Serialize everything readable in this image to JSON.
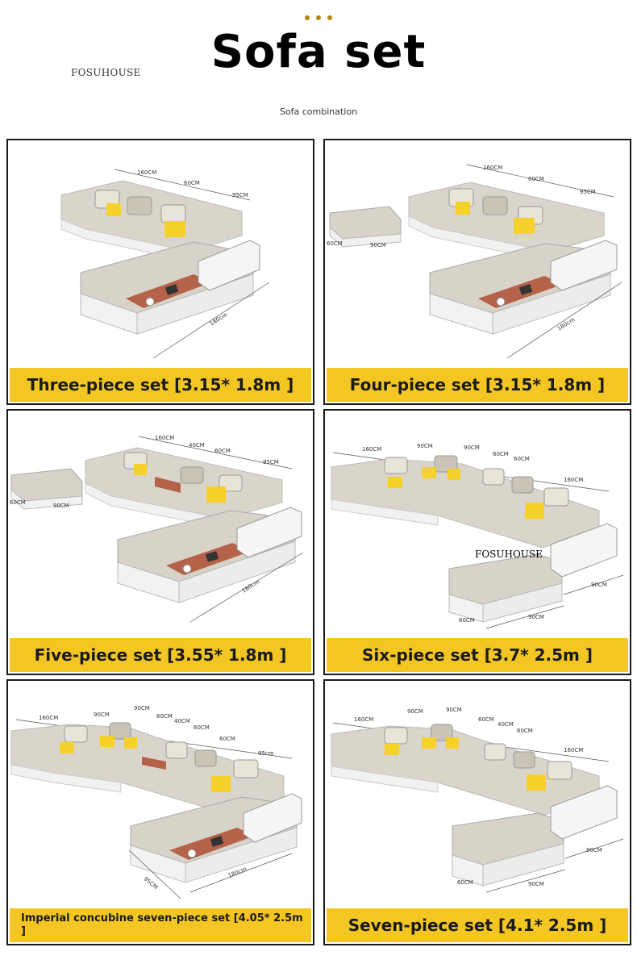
{
  "header": {
    "brand": "FOSUHOUSE",
    "title": "Sofa set",
    "subtitle": "Sofa combination"
  },
  "colors": {
    "caption_bg": "#f3c623",
    "sofa_fabric": "#d7d3c9",
    "sofa_base": "#f2f2f2",
    "table_wood": "#b5624a",
    "pillow_yellow": "#f4d12b",
    "border": "#1a1a1a"
  },
  "cards": [
    {
      "caption": "Three-piece set [3.15* 1.8m ]",
      "dims": [
        "160CM",
        "60CM",
        "95CM",
        "180cm"
      ]
    },
    {
      "caption": "Four-piece set [3.15* 1.8m ]",
      "dims": [
        "160CM",
        "60CM",
        "95CM",
        "60CM",
        "90CM",
        "180cm"
      ]
    },
    {
      "caption": "Five-piece set [3.55* 1.8m ]",
      "dims": [
        "160CM",
        "40CM",
        "60CM",
        "95CM",
        "60CM",
        "90CM",
        "180cm"
      ]
    },
    {
      "caption": "Six-piece set [3.7* 2.5m ]",
      "dims": [
        "160CM",
        "90CM",
        "90CM",
        "60CM",
        "60CM",
        "160CM",
        "90CM",
        "90CM",
        "60CM"
      ],
      "watermark": "FOSUHOUSE"
    },
    {
      "caption": "Imperial concubine seven-piece set [4.05* 2.5m ]",
      "dims": [
        "160CM",
        "90CM",
        "90CM",
        "60CM",
        "40CM",
        "60CM",
        "60CM",
        "95cm",
        "95CM",
        "180cm"
      ]
    },
    {
      "caption": "Seven-piece set [4.1* 2.5m ]",
      "dims": [
        "160CM",
        "90CM",
        "90CM",
        "60CM",
        "40CM",
        "60CM",
        "160CM",
        "90CM",
        "90CM",
        "60CM"
      ]
    }
  ]
}
